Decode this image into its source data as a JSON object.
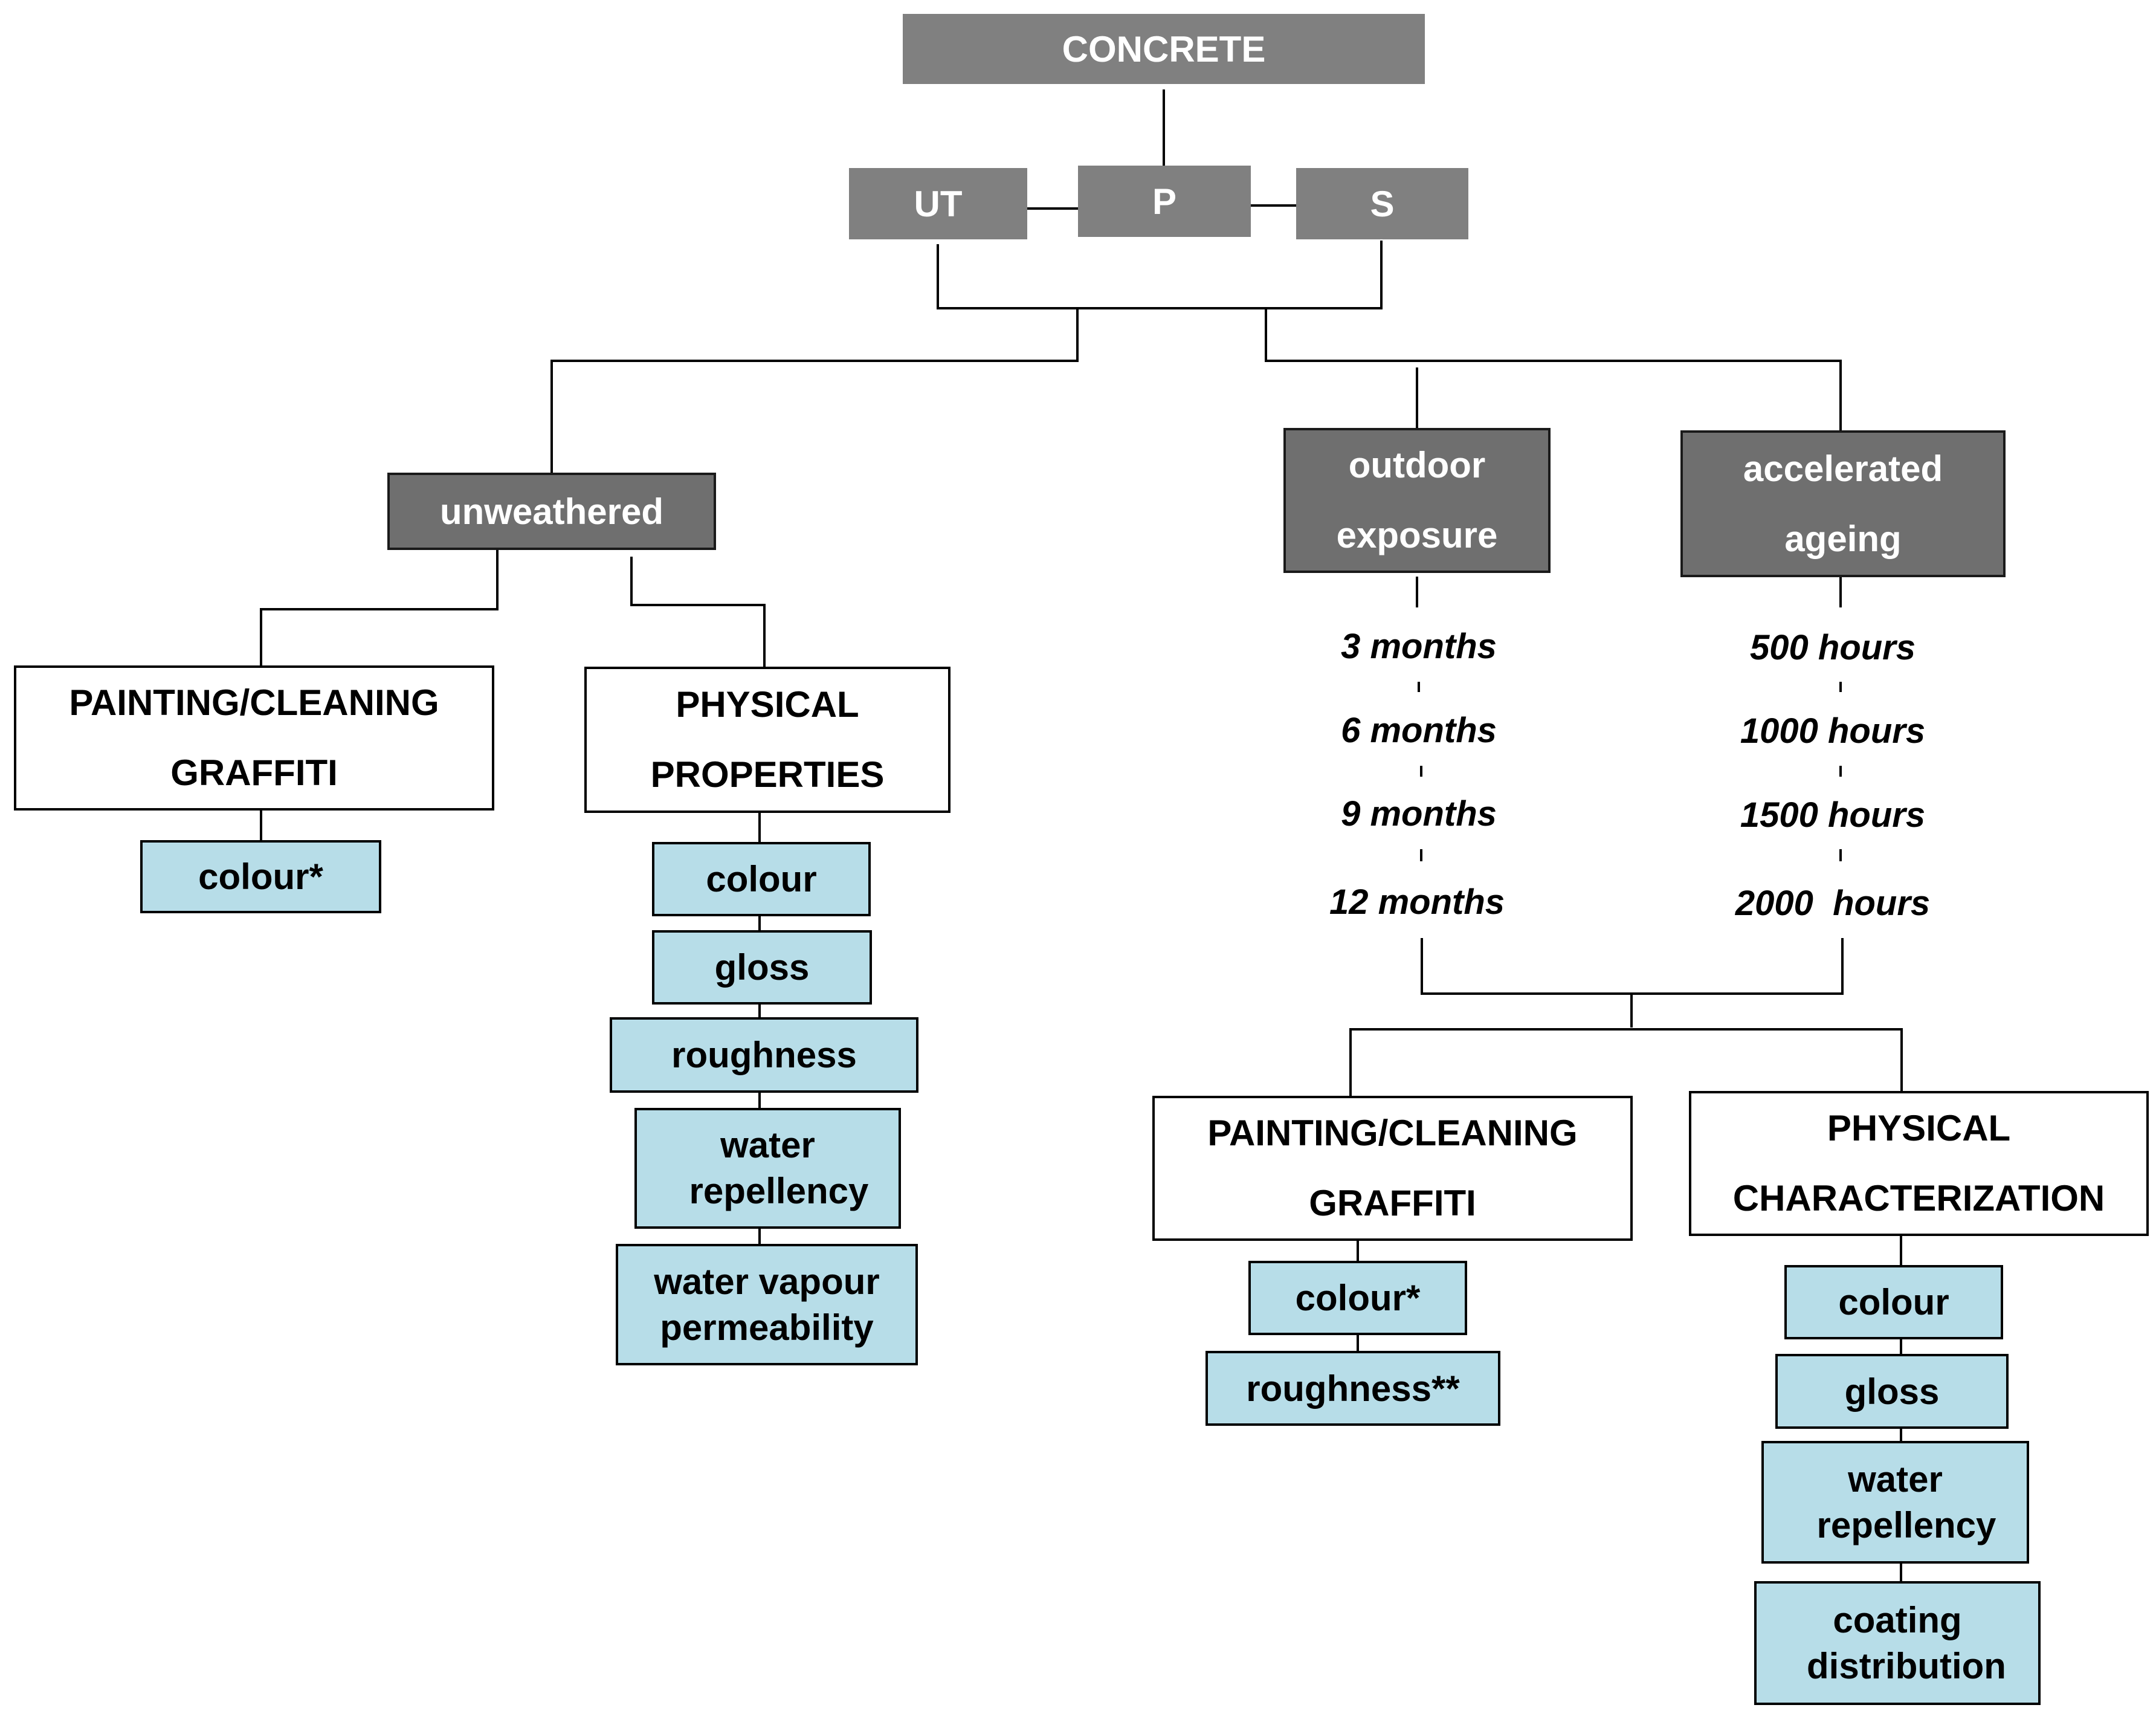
{
  "root": {
    "label": "CONCRETE"
  },
  "treatments": [
    {
      "label": "UT"
    },
    {
      "label": "P"
    },
    {
      "label": "S"
    }
  ],
  "unweathered": {
    "label": "unweathered",
    "painting": {
      "lines": [
        "PAINTING/CLEANING",
        "GRAFFITI"
      ],
      "measures": [
        "colour*"
      ]
    },
    "physical": {
      "lines": [
        "PHYSICAL",
        "PROPERTIES"
      ],
      "measures": [
        "colour",
        "gloss",
        "roughness",
        "water repellency",
        "water vapour permeability"
      ]
    }
  },
  "outdoor": {
    "lines": [
      "outdoor",
      "exposure"
    ],
    "durations": [
      "3 months",
      "6 months",
      "9 months",
      "12 months"
    ]
  },
  "accelerated": {
    "lines": [
      "accelerated",
      "ageing"
    ],
    "durations": [
      "500 hours",
      "1000 hours",
      "1500 hours",
      "2000  hours"
    ]
  },
  "weathered": {
    "painting": {
      "lines": [
        "PAINTING/CLEANING",
        "GRAFFITI"
      ],
      "measures": [
        "colour*",
        "roughness**"
      ]
    },
    "physical": {
      "lines": [
        "PHYSICAL",
        "CHARACTERIZATION"
      ],
      "measures": [
        "colour",
        "gloss",
        "water repellency",
        "coating distribution"
      ]
    }
  }
}
